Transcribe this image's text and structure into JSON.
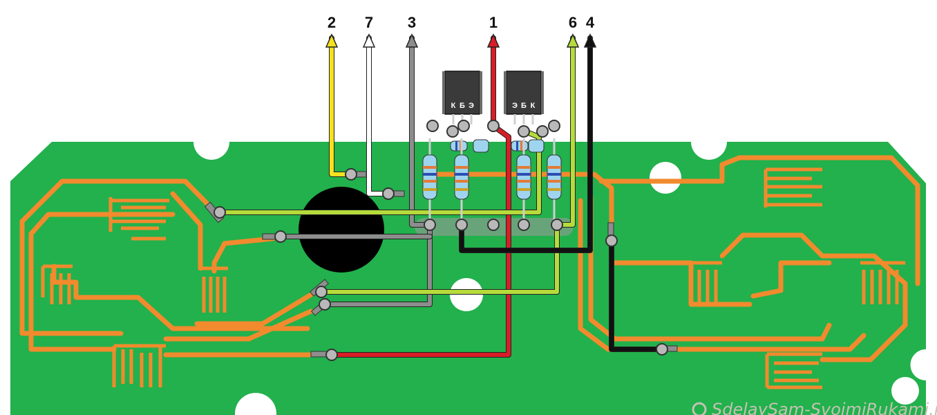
{
  "wires": [
    {
      "label": "2",
      "color": "#f5e11f"
    },
    {
      "label": "7",
      "color": "#ffffff"
    },
    {
      "label": "3",
      "color": "#8d8d8d"
    },
    {
      "label": "1",
      "color": "#d81e26"
    },
    {
      "label": "6",
      "color": "#b5dc3b"
    },
    {
      "label": "4",
      "color": "#111111"
    }
  ],
  "transistors": [
    {
      "pins": [
        "К",
        "Б",
        "Э"
      ]
    },
    {
      "pins": [
        "Э",
        "Б",
        "К"
      ]
    }
  ],
  "watermark": "SdelaySam-SvoimiRukami.ru",
  "colors": {
    "board": "#22b14c",
    "trace": "#f28a2e",
    "hole": "#000000",
    "transistor": "#3a3a3a"
  }
}
